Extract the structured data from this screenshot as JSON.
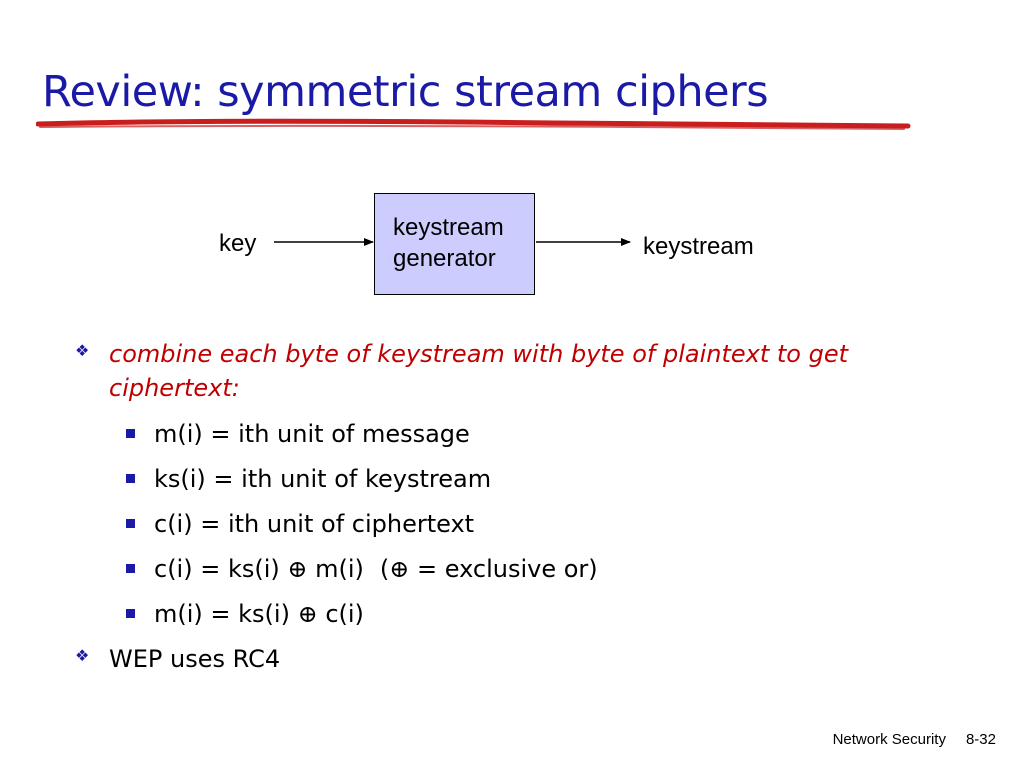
{
  "title": "Review: symmetric stream ciphers",
  "diagram": {
    "input_label": "key",
    "box_label": "keystream\ngenerator",
    "output_label": "keystream"
  },
  "bullets": [
    {
      "level": 1,
      "text": "combine each byte of keystream with byte of plaintext to get ciphertext:"
    },
    {
      "level": 2,
      "text": "m(i) = ith unit of message"
    },
    {
      "level": 2,
      "text": "ks(i) = ith unit of keystream"
    },
    {
      "level": 2,
      "text": "c(i) = ith unit of ciphertext"
    },
    {
      "level": 2,
      "parts": [
        "c(i) = ks(i) ",
        "⊕",
        " m(i)",
        "(",
        "⊕",
        " = exclusive or)"
      ]
    },
    {
      "level": 2,
      "parts": [
        "m(i) = ks(i) ",
        "⊕",
        " c(i)"
      ]
    },
    {
      "level": 1,
      "text": "WEP uses RC4"
    }
  ],
  "footer": {
    "section": "Network Security",
    "page": "8-32"
  },
  "colors": {
    "title": "#1a1aa6",
    "underline": "#c81e1e",
    "emphasis": "#c00000",
    "box_fill": "#ccccff",
    "bullet_marker": "#1a1aa6"
  },
  "icons": {
    "level1_marker": "diamond-bullet-icon",
    "level2_marker": "square-bullet-icon"
  }
}
